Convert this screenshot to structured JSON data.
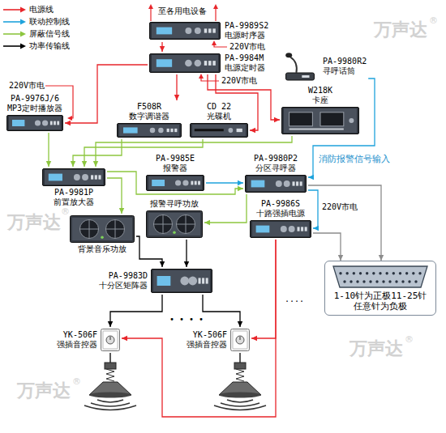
{
  "diagram": {
    "nodes": [
      {
        "text": [
          "PA-9989S2",
          "电源时序器"
        ]
      },
      {
        "text": [
          "PA-9984M",
          "电源定时器"
        ]
      },
      {
        "text": [
          "PA-9980R2",
          "寻呼话筒"
        ]
      },
      {
        "text": [
          "W218K",
          "卡座"
        ]
      },
      {
        "text": [
          "PA-9976J/6",
          "MP3定时播放器"
        ]
      },
      {
        "text": [
          "F508R",
          "数字调谐器"
        ]
      },
      {
        "text": [
          "CD 22",
          "光碟机"
        ]
      },
      {
        "text": [
          "PA-9985E",
          "报警器"
        ]
      },
      {
        "text": [
          "PA-9980P2",
          "分区寻呼器"
        ]
      },
      {
        "text": [
          "PA-9981P",
          "前置放大器"
        ]
      },
      {
        "text": [
          "背景音乐功放"
        ]
      },
      {
        "text": [
          "报警寻呼功放"
        ]
      },
      {
        "text": [
          "PA-9986S",
          "十路强插电源"
        ]
      },
      {
        "text": [
          "PA-9983D",
          "十分区矩阵器"
        ]
      },
      {
        "text": [
          "1-10针为正极11-25针任意针为负极"
        ]
      },
      {
        "text": [
          "YK-506F",
          "强插音控器"
        ]
      },
      {
        "text": [
          "YK-506F",
          "强插音控器"
        ]
      }
    ],
    "edges": [
      {
        "from": 0,
        "to": 1,
        "arrow": "to"
      },
      {
        "from": 1,
        "to": 3,
        "arrow": "to"
      },
      {
        "from": 1,
        "to": 4,
        "arrow": "to"
      },
      {
        "from": 1,
        "to": 5,
        "arrow": "to"
      },
      {
        "from": 1,
        "to": 6,
        "arrow": "to"
      },
      {
        "from": 2,
        "to": 8,
        "arrow": "to"
      },
      {
        "from": 7,
        "to": 8,
        "arrow": "to"
      },
      {
        "from": 8,
        "to": 12,
        "arrow": "to"
      },
      {
        "from": 8,
        "to": 14,
        "arrow": "to"
      },
      {
        "from": 12,
        "to": 14,
        "arrow": "to"
      },
      {
        "from": 4,
        "to": 9,
        "arrow": "to"
      },
      {
        "from": 5,
        "to": 9,
        "arrow": "to"
      },
      {
        "from": 6,
        "to": 9,
        "arrow": "to"
      },
      {
        "from": 3,
        "to": 9,
        "arrow": "to"
      },
      {
        "from": 9,
        "to": 10,
        "arrow": "to"
      },
      {
        "from": 9,
        "to": 8,
        "arrow": "to"
      },
      {
        "from": 8,
        "to": 11,
        "arrow": "to"
      },
      {
        "from": 10,
        "to": 13,
        "arrow": "to"
      },
      {
        "from": 11,
        "to": 13,
        "arrow": "to"
      },
      {
        "from": 13,
        "to": 15,
        "arrow": "to"
      },
      {
        "from": 13,
        "to": 16,
        "arrow": "to"
      },
      {
        "from": 12,
        "to": 15,
        "arrow": "to"
      },
      {
        "from": 12,
        "to": 16,
        "arrow": "to"
      }
    ],
    "labels": [
      "至各用电设备",
      "220V市电",
      "220V市电",
      "220V市电",
      "消防报警信号输入",
      "220V市电",
      "• • • •",
      "....",
      "万声达",
      "万声达",
      "万声达",
      "万声达",
      "®",
      "®",
      "®",
      "®"
    ],
    "legend": [
      {
        "text": "电源线",
        "color": "#e8262b"
      },
      {
        "text": "联动控制线",
        "color": "#1fa3dc"
      },
      {
        "text": "屏蔽信号线",
        "color": "#8dc63f"
      },
      {
        "text": "功率传输线",
        "color": "#000000"
      }
    ]
  }
}
